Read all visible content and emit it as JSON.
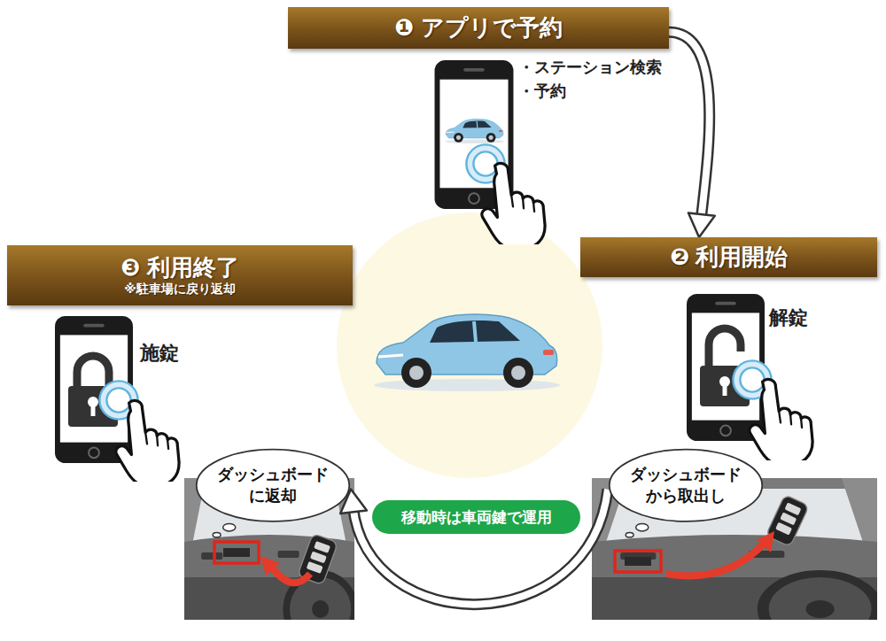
{
  "diagram": {
    "nodes": [
      {
        "text": [
          "❶ アプリで予約"
        ]
      },
      {
        "text": [
          "❷ 利用開始"
        ]
      },
      {
        "text": [
          "❸ 利用終了",
          "※駐車場に戻り返却"
        ]
      },
      {
        "text": [
          "ダッシュボード から取出し"
        ]
      },
      {
        "text": [
          "ダッシュボード に返却"
        ]
      },
      {
        "text": [
          "移動時は車両鍵で運用"
        ]
      }
    ],
    "edges": [
      {
        "from": 0,
        "to": 1,
        "arrow": "to"
      },
      {
        "from": 3,
        "to": 4,
        "arrow": "to"
      }
    ],
    "labels": [
      "・ステーション検索",
      "・予約",
      "解錠",
      "施錠"
    ]
  }
}
